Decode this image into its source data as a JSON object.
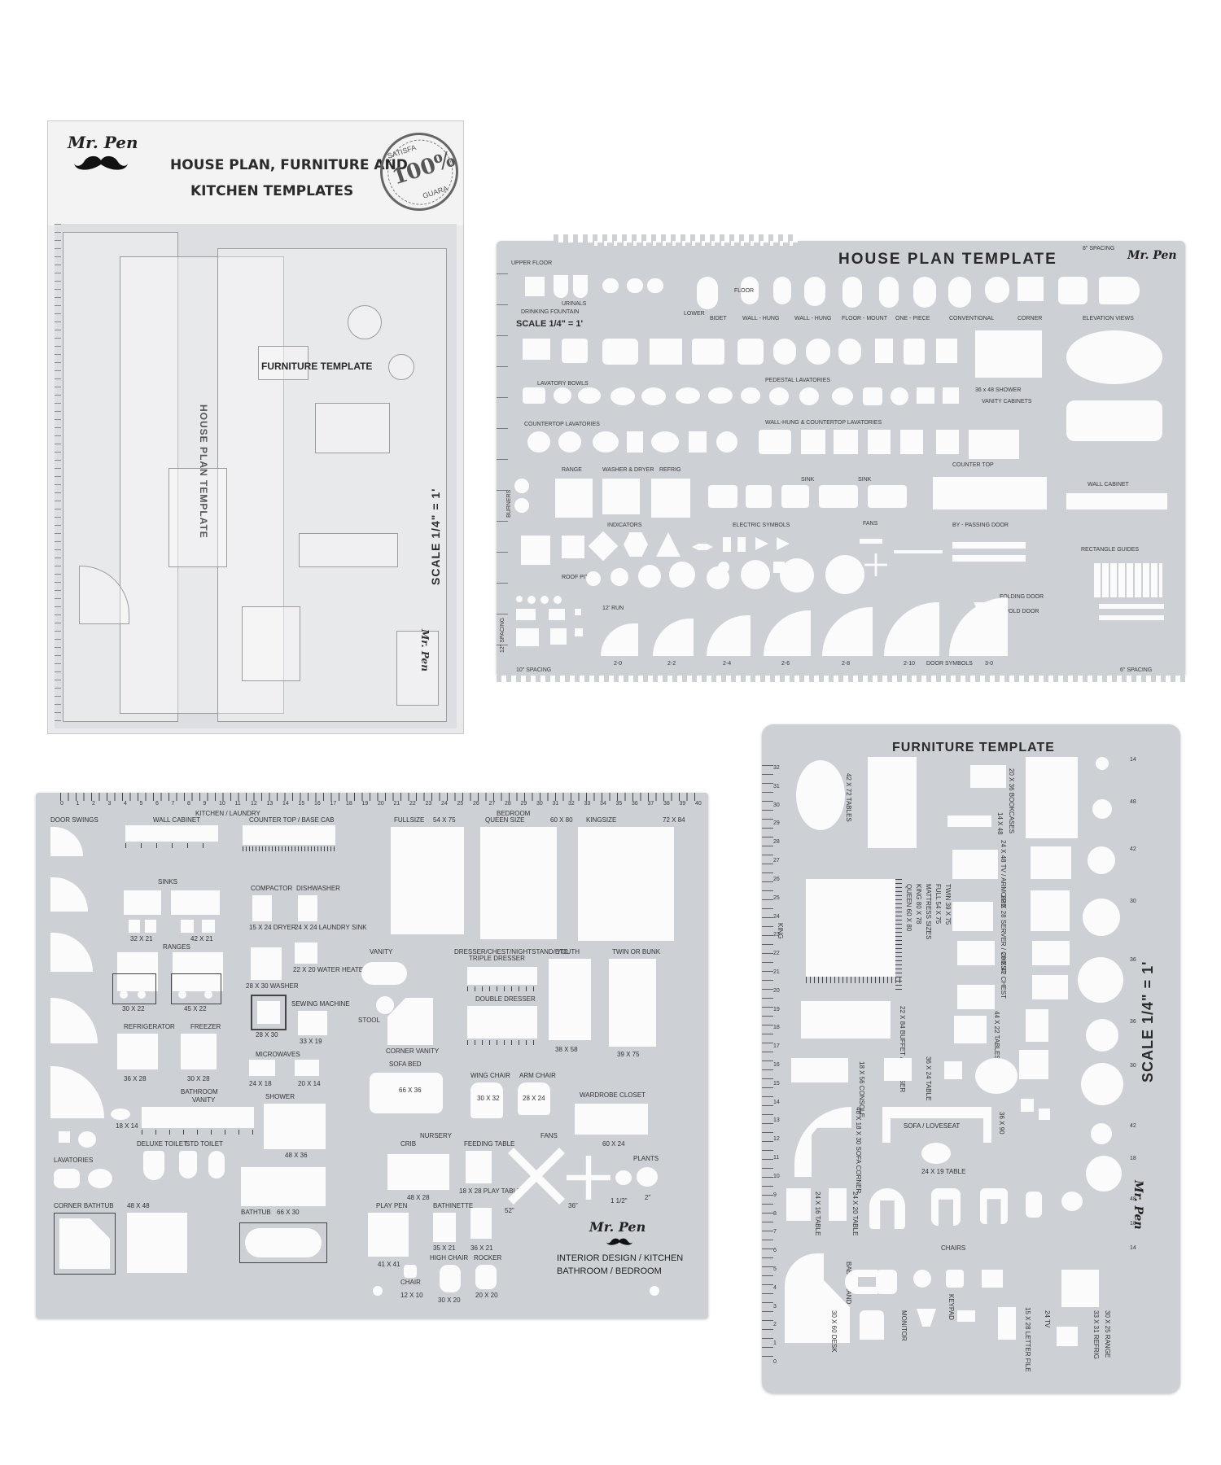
{
  "package": {
    "brand": "Mr. Pen",
    "title_line1": "HOUSE PLAN, FURNITURE AND",
    "title_line2": "KITCHEN TEMPLATES",
    "seal_text": "100%",
    "seal_top": "SATISFA",
    "seal_bottom": "GUARA",
    "inner_furniture": "FURNITURE TEMPLATE",
    "inner_house": "HOUSE PLAN TEMPLATE",
    "inner_scale": "SCALE 1/4\" = 1'",
    "inner_brand": "Mr. Pen"
  },
  "house_plan": {
    "title": "HOUSE PLAN TEMPLATE",
    "brand": "Mr. Pen",
    "scale": "SCALE 1/4\" = 1'",
    "labels": [
      "DRINKING FOUNTAIN",
      "URINALS",
      "BIDET",
      "WALL - HUNG",
      "WALL - HUNG",
      "FLOOR - MOUNT",
      "ONE - PIECE",
      "CONVENTIONAL",
      "CORNER",
      "ELEVATION VIEWS",
      "LAVATORY BOWLS",
      "PEDESTAL LAVATORIES",
      "COUNTERTOP LAVATORIES",
      "WALL-HUNG & COUNTERTOP LAVATORIES",
      "36 x 48 SHOWER",
      "VANITY CABINETS",
      "RANGE",
      "WASHER & DRYER",
      "REFRIG",
      "SINK",
      "SINK",
      "COUNTER TOP",
      "WALL CABINET",
      "BURNERS",
      "INDICATORS",
      "ELECTRIC SYMBOLS",
      "FANS",
      "BY - PASSING DOOR",
      "RECTANGLE GUIDES",
      "ROOF PITCH",
      "FOLDING DOOR",
      "BI - FOLD DOOR",
      "12' RUN",
      "DOOR SYMBOLS",
      "UPPER FLOOR",
      "LOWER",
      "FLOOR"
    ],
    "spacing_top": "8\" SPACING",
    "spacing_bottom_left": "10\" SPACING",
    "spacing_bottom_right": "6\" SPACING",
    "spacing_side": "12\" SPACING",
    "door_sizes": [
      "2-0",
      "2-2",
      "2-4",
      "2-6",
      "2-8",
      "2-10",
      "3-0"
    ]
  },
  "interior": {
    "brand": "Mr. Pen",
    "subtitle_line1": "INTERIOR DESIGN / KITCHEN",
    "subtitle_line2": "BATHROOM / BEDROOM",
    "headers": {
      "door_swings": "DOOR SWINGS",
      "wall_cabinet": "WALL CABINET",
      "kitchen_laundry": "KITCHEN / LAUNDRY",
      "countertop": "COUNTER TOP / BASE CAB",
      "bedroom": "BEDROOM",
      "fullsize": "FULLSIZE",
      "queen": "QUEEN SIZE",
      "king": "KINGSIZE"
    },
    "labels": [
      "SINKS",
      "COMPACTOR",
      "DISHWASHER",
      "15 x 24 DRYER",
      "24 x 24 LAUNDRY SINK",
      "32 x 21",
      "42 x 21",
      "RANGES",
      "28 x 30 WASHER",
      "22 x 20 WATER HEATER",
      "SEWING MACHINE",
      "30 x 22",
      "45 x 22",
      "33 x 19",
      "28 x 30",
      "REFRIGERATOR",
      "FREEZER",
      "MICROWAVES",
      "36 x 28",
      "30 x 28",
      "24 x 18",
      "20 x 14",
      "BATHROOM",
      "VANITY",
      "SHOWER",
      "18 x 14",
      "48 x 36",
      "LAVATORIES",
      "DELUXE TOILET",
      "STD TOILET",
      "CORNER BATHTUB",
      "48 x 48",
      "BATHTUB",
      "66 x 30",
      "VANITY",
      "STOOL",
      "CORNER VANITY",
      "DRESSER/CHEST/NIGHTSTAND/ETC",
      "TRIPLE DRESSER",
      "DOUBLE DRESSER",
      "YOUTH",
      "TWIN OR BUNK",
      "SOFA BED",
      "66 x 36",
      "WING CHAIR",
      "ARM CHAIR",
      "30 x 32",
      "28 x 24",
      "38 x 58",
      "39 x 75",
      "WARDROBE CLOSET",
      "60 x 24",
      "NURSERY",
      "CRIB",
      "FEEDING TABLE",
      "FANS",
      "PLANTS",
      "48 x 28",
      "18 x 28 PLAY TABLE",
      "PLAY PEN",
      "BATHINETTE",
      "35 x 21",
      "36 x 21",
      "41 x 41",
      "HIGH CHAIR",
      "ROCKER",
      "CHAIR",
      "12 x 10",
      "30 x 20",
      "20 x 20",
      "52\"",
      "36\"",
      "1 1/2\"",
      "2\""
    ],
    "bed_sizes": [
      "54 x 75",
      "60 x 80",
      "72 x 84"
    ],
    "ruler": [
      "0",
      "1",
      "2",
      "3",
      "4",
      "5",
      "6",
      "7",
      "8",
      "9",
      "10",
      "11",
      "12",
      "13",
      "14",
      "15",
      "16",
      "17",
      "18",
      "19",
      "20",
      "21",
      "22",
      "23",
      "24",
      "25",
      "26",
      "27",
      "28",
      "29",
      "30",
      "31",
      "32",
      "33",
      "34",
      "35",
      "36",
      "37",
      "38",
      "39",
      "40"
    ]
  },
  "furniture": {
    "title": "FURNITURE TEMPLATE",
    "brand": "Mr. Pen",
    "scale": "SCALE 1/4\" = 1'",
    "labels": [
      "42 x 72 TABLES",
      "20 x 36 BOOKCASES",
      "14 x 48",
      "24 x 48 TV / ARMOIRE",
      "22 x 28 SERVER / CHEST",
      "MATTRESS SIZES",
      "KING 80 x 78",
      "QUEEN 60 x 80",
      "FULL 54 x 75",
      "TWIN 39 x 75",
      "KING",
      "20 x 42 CHEST",
      "22 x 84 BUFFET / DRESSER",
      "44 x 22 TABLES",
      "18 x 56 CONSOLE",
      "36 x 24 TABLE",
      "48 x 18 x 30 SOFA CORNER",
      "SOFA / LOVESEAT",
      "36 x 90",
      "24 x 19 TABLE",
      "24 x 16 TABLE",
      "24 x 20 TABLE",
      "CHAIRS",
      "BABY GRAND",
      "30 x 60 DESK",
      "MONITOR",
      "KEYPAD",
      "15 x 28 LETTER FILE",
      "24 TV",
      "33 x 31 REFRIG",
      "30 x 25 RANGE"
    ],
    "circle_sizes": [
      "14",
      "48",
      "42",
      "30",
      "36",
      "36",
      "30",
      "42",
      "18",
      "48",
      "18",
      "14"
    ],
    "ruler": [
      "32",
      "31",
      "30",
      "29",
      "28",
      "27",
      "26",
      "25",
      "24",
      "23",
      "22",
      "21",
      "20",
      "19",
      "18",
      "17",
      "16",
      "15",
      "14",
      "13",
      "12",
      "11",
      "10",
      "9",
      "8",
      "7",
      "6",
      "5",
      "4",
      "3",
      "2",
      "1",
      "0"
    ]
  },
  "colors": {
    "plate": "#cdd0d5",
    "cutout": "#fbfbfb",
    "text": "#2b2b2b",
    "background": "#ffffff"
  }
}
